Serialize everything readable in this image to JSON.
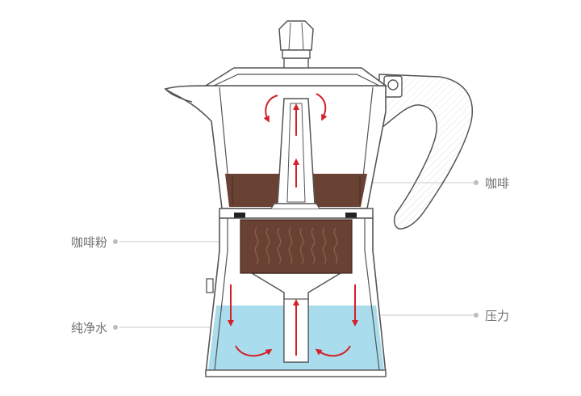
{
  "labels": {
    "coffee": "咖啡",
    "coffee_grounds": "咖啡粉",
    "pure_water": "纯净水",
    "pressure": "压力"
  },
  "colors": {
    "outline": "#555555",
    "coffee": "#6a4233",
    "coffee_grounds": "#6a4233",
    "water": "#a9dcec",
    "arrow": "#d4202a",
    "leader": "#c8c8c8",
    "dot": "#bdbdbd",
    "label": "#6f6f6f"
  }
}
